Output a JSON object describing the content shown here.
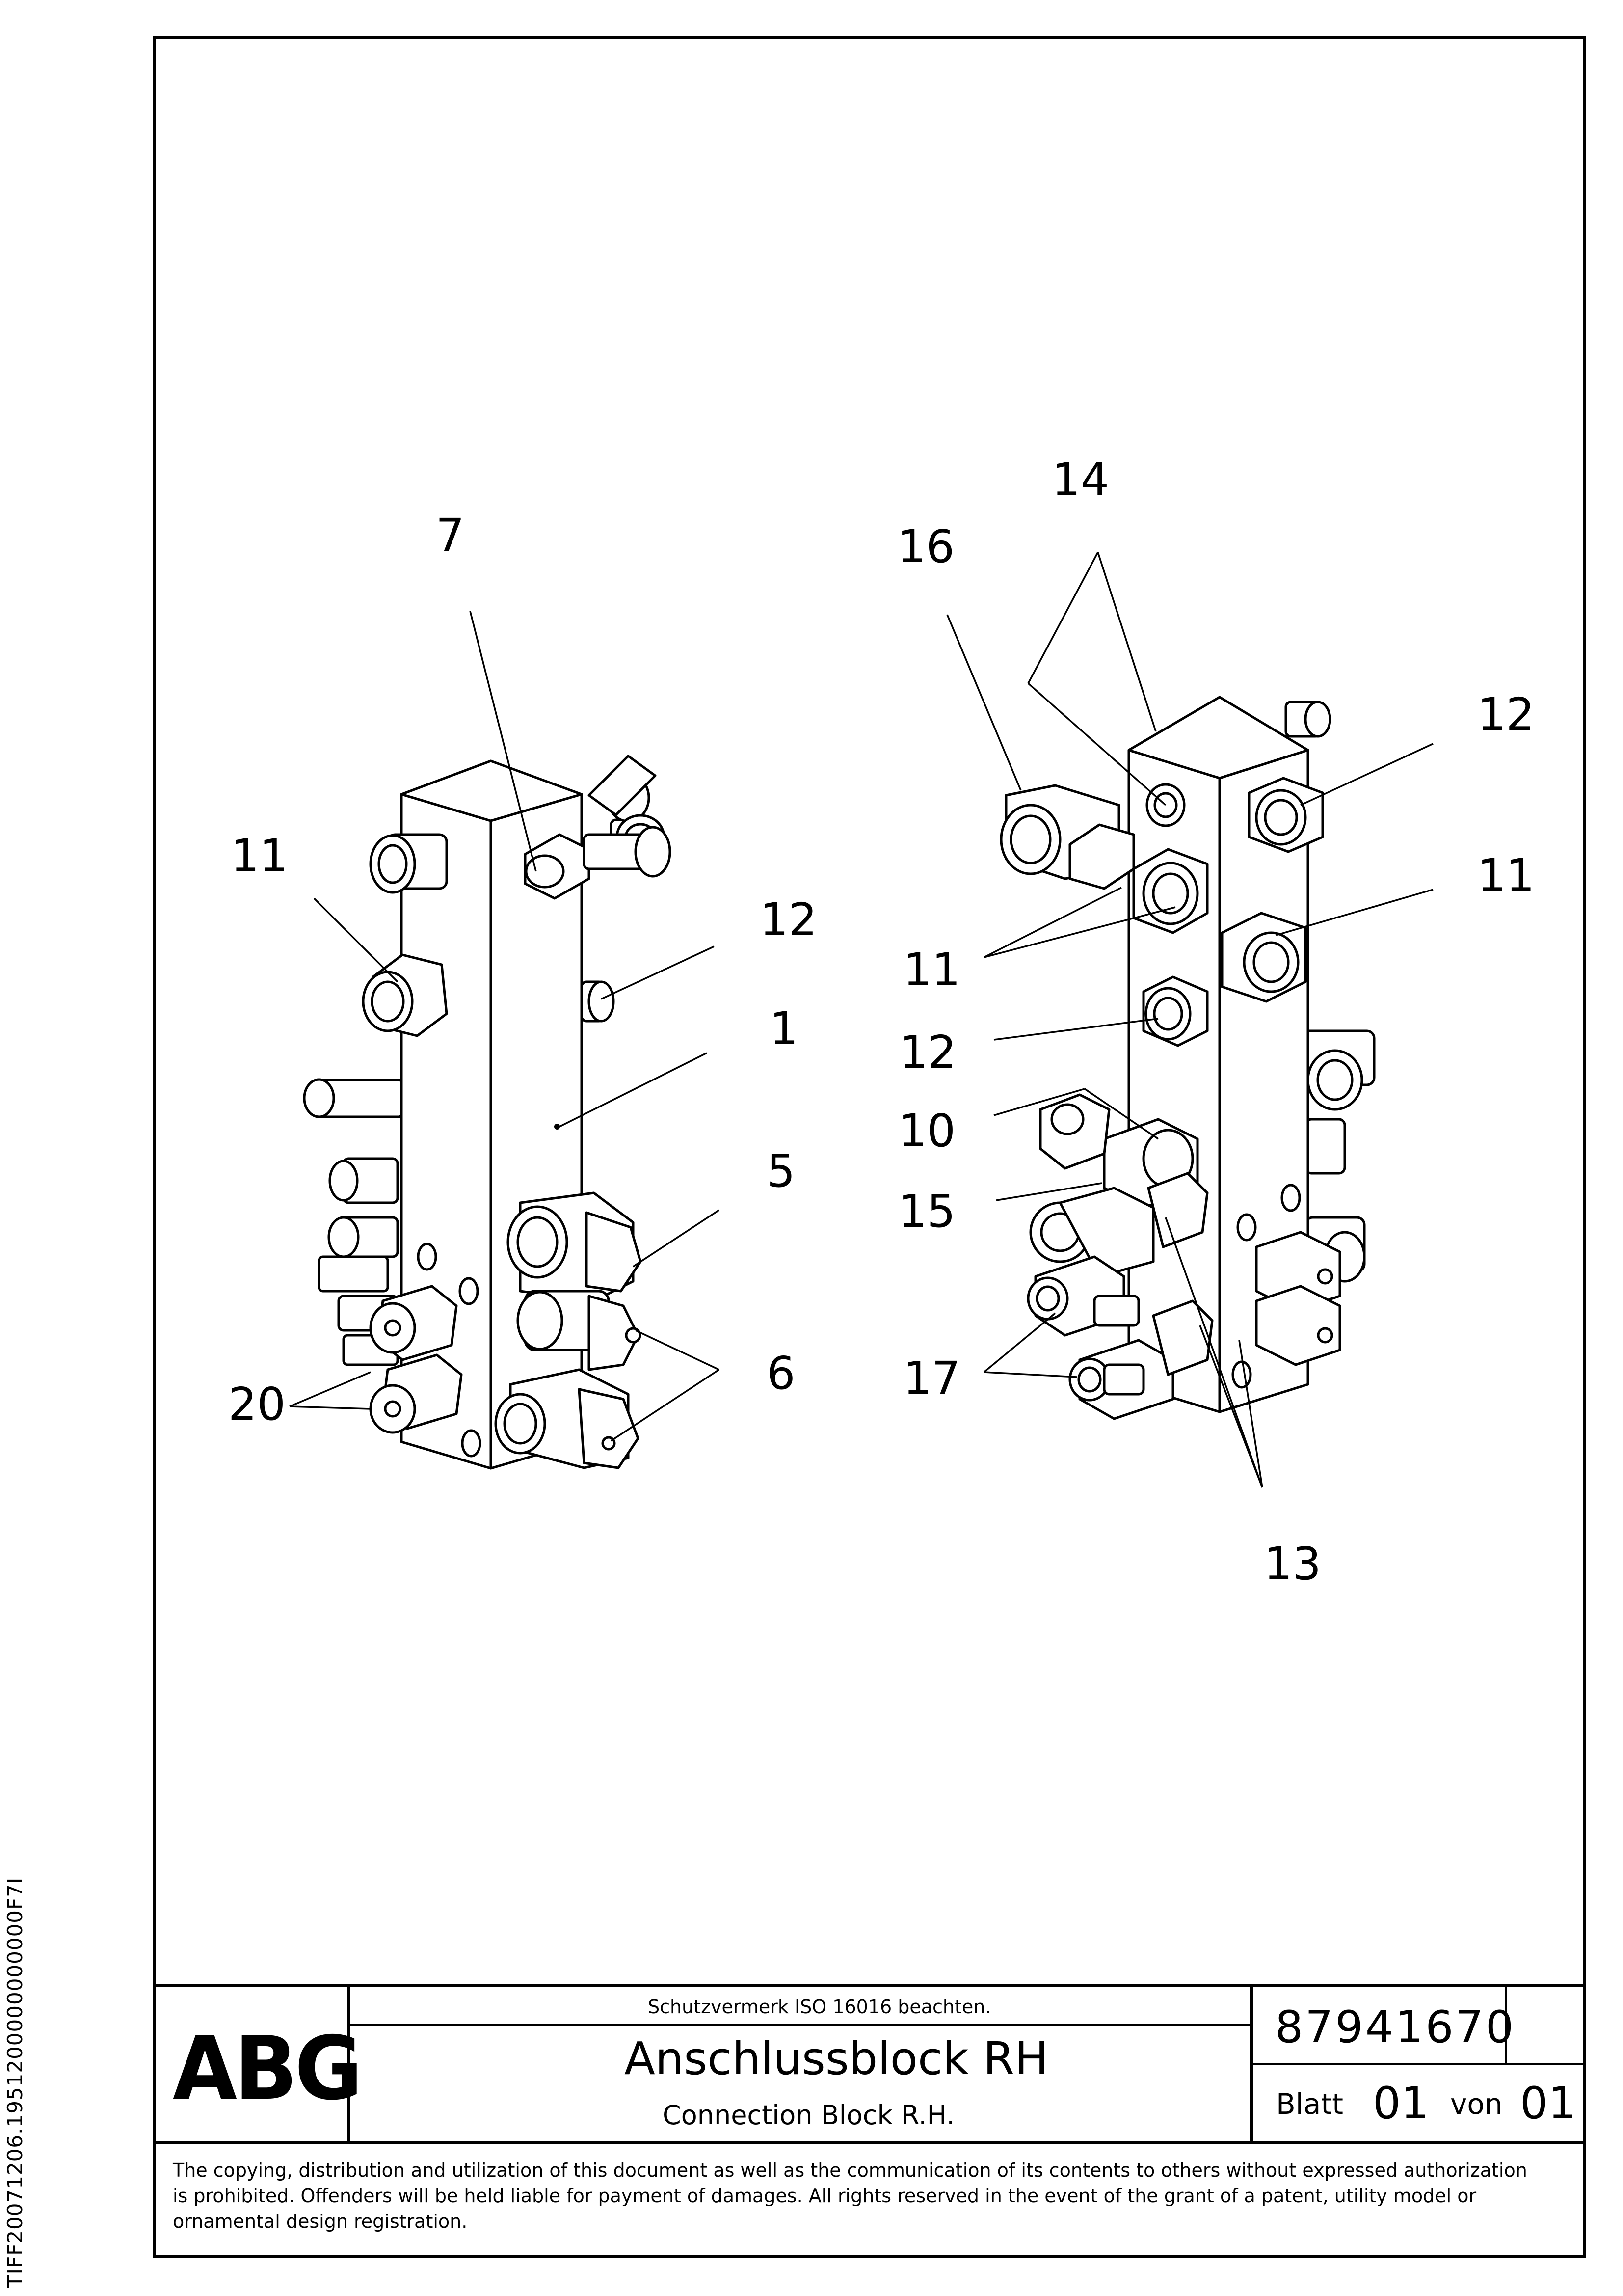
{
  "side_code": "TIFF20071206.1951200000000000F7I",
  "title_block": {
    "logo": "ABG",
    "protection_note": "Schutzvermerk ISO 16016 beachten.",
    "title_de": "Anschlussblock RH",
    "title_en": "Connection Block R.H.",
    "drawing_number": "87941670",
    "sheet_label": "Blatt",
    "sheet_number": "01",
    "of_label": "von",
    "sheet_total": "01"
  },
  "copyright": "The copying, distribution and utilization of this document as well as the communication of its contents to others without expressed authorization\nis prohibited. Offenders will be held liable for payment of damages. All rights reserved in the event of the grant of a patent, utility model or\nornamental design registration.",
  "callouts": {
    "left": [
      "7",
      "11",
      "12",
      "1",
      "5",
      "6",
      "20"
    ],
    "right": [
      "14",
      "16",
      "12",
      "11",
      "11",
      "12",
      "10",
      "15",
      "17",
      "13"
    ]
  }
}
